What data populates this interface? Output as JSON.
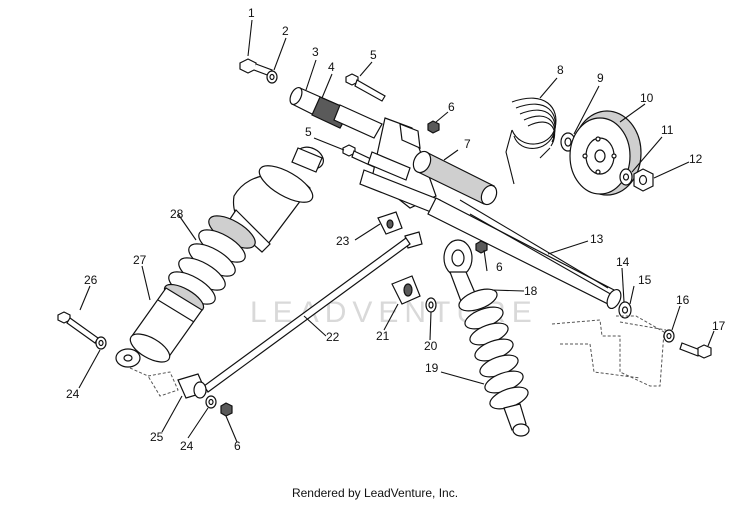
{
  "diagram": {
    "callouts": [
      {
        "id": "c1",
        "text": "1"
      },
      {
        "id": "c2",
        "text": "2"
      },
      {
        "id": "c3",
        "text": "3"
      },
      {
        "id": "c4",
        "text": "4"
      },
      {
        "id": "c5a",
        "text": "5"
      },
      {
        "id": "c5b",
        "text": "5"
      },
      {
        "id": "c6a",
        "text": "6"
      },
      {
        "id": "c6b",
        "text": "6"
      },
      {
        "id": "c6c",
        "text": "6"
      },
      {
        "id": "c7",
        "text": "7"
      },
      {
        "id": "c8",
        "text": "8"
      },
      {
        "id": "c9",
        "text": "9"
      },
      {
        "id": "c10",
        "text": "10"
      },
      {
        "id": "c11",
        "text": "11"
      },
      {
        "id": "c12",
        "text": "12"
      },
      {
        "id": "c13",
        "text": "13"
      },
      {
        "id": "c14",
        "text": "14"
      },
      {
        "id": "c15",
        "text": "15"
      },
      {
        "id": "c16",
        "text": "16"
      },
      {
        "id": "c17",
        "text": "17"
      },
      {
        "id": "c18",
        "text": "18"
      },
      {
        "id": "c19",
        "text": "19"
      },
      {
        "id": "c20",
        "text": "20"
      },
      {
        "id": "c21",
        "text": "21"
      },
      {
        "id": "c22",
        "text": "22"
      },
      {
        "id": "c23",
        "text": "23"
      },
      {
        "id": "c24a",
        "text": "24"
      },
      {
        "id": "c24b",
        "text": "24"
      },
      {
        "id": "c25",
        "text": "25"
      },
      {
        "id": "c26",
        "text": "26"
      },
      {
        "id": "c27",
        "text": "27"
      },
      {
        "id": "c28",
        "text": "28"
      }
    ],
    "watermark": "LEADVENTURE",
    "footer": "Rendered by LeadVenture, Inc."
  }
}
